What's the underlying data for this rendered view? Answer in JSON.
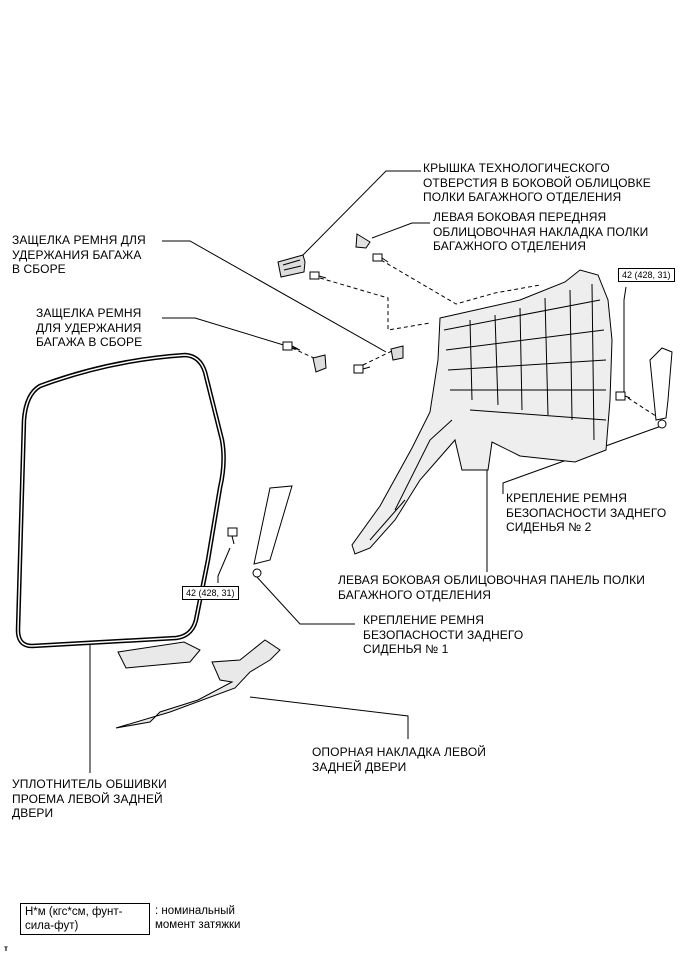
{
  "labels": {
    "hole_cover": "КРЫШКА ТЕХНОЛОГИЧЕСКОГО\nОТВЕРСТИЯ В БОКОВОЙ ОБЛИЦОВКЕ\nПОЛКИ БАГАЖНОГО ОТДЕЛЕНИЯ",
    "front_trim": "ЛЕВАЯ БОКОВАЯ ПЕРЕДНЯЯ\nОБЛИЦОВОЧНАЯ НАКЛАДКА ПОЛКИ\nБАГАЖНОГО ОТДЕЛЕНИЯ",
    "latch_1": "ЗАЩЕЛКА РЕМНЯ ДЛЯ\nУДЕРЖАНИЯ БАГАЖА\nВ СБОРЕ",
    "latch_2": "ЗАЩЕЛКА РЕМНЯ\nДЛЯ УДЕРЖАНИЯ\nБАГАЖА В СБОРЕ",
    "belt_anchor_2": "КРЕПЛЕНИЕ РЕМНЯ\nБЕЗОПАСНОСТИ ЗАДНЕГО\nСИДЕНЬЯ № 2",
    "side_panel": "ЛЕВАЯ БОКОВАЯ ОБЛИЦОВОЧНАЯ ПАНЕЛЬ ПОЛКИ\nБАГАЖНОГО ОТДЕЛЕНИЯ",
    "belt_anchor_1": "КРЕПЛЕНИЕ РЕМНЯ\nБЕЗОПАСНОСТИ ЗАДНЕГО\nСИДЕНЬЯ № 1",
    "scuff_plate": "ОПОРНАЯ НАКЛАДКА ЛЕВОЙ\nЗАДНЕЙ ДВЕРИ",
    "weatherstrip": "УПЛОТНИТЕЛЬ ОБШИВКИ\nПРОЕМА ЛЕВОЙ ЗАДНЕЙ\nДВЕРИ"
  },
  "torque": {
    "right": "42 (428, 31)",
    "left": "42 (428, 31)"
  },
  "legend": {
    "box": "Н*м (кгс*см, фунт-\nсила-фут)",
    "text": ": номинальный\nмомент затяжки"
  },
  "marker": "т"
}
